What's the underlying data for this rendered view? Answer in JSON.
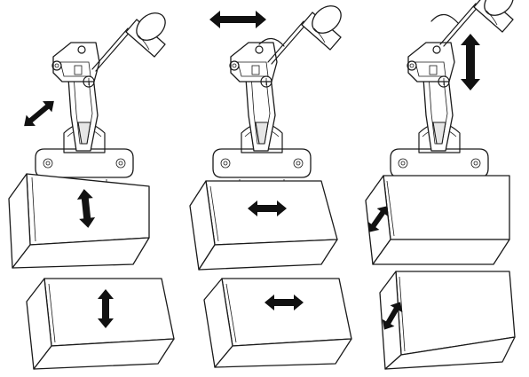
{
  "figure": {
    "type": "hinge-adjustment-diagram",
    "colors": {
      "line": "#1a1a1a",
      "arrow": "#111111",
      "background": "#ffffff"
    },
    "columns": [
      {
        "key": "side",
        "hinge_arrow": "diagonal",
        "door_arrow": "vertical-tilted"
      },
      {
        "key": "depth",
        "hinge_arrow": "horizontal",
        "door_arrow": "horizontal"
      },
      {
        "key": "height",
        "hinge_arrow": "vertical",
        "door_arrow": "diagonal"
      }
    ]
  }
}
